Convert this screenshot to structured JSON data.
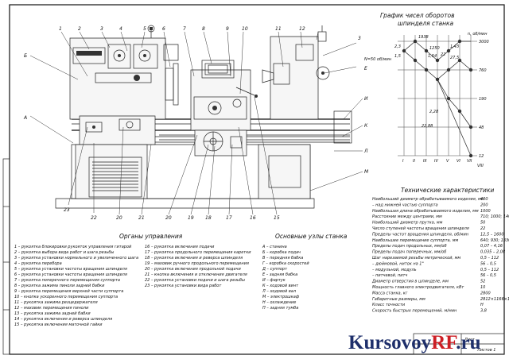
{
  "callouts_top": [
    "1",
    "2",
    "3",
    "4",
    "5",
    "6",
    "7",
    "8",
    "9",
    "10",
    "11",
    "12"
  ],
  "callouts_left": [
    "А",
    "Б"
  ],
  "callouts_bottom": [
    "23",
    "22",
    "20",
    "21",
    "20",
    "19",
    "18",
    "17",
    "16",
    "15"
  ],
  "callouts_right": [
    "3",
    "И",
    "Е",
    "К",
    "Л",
    "М"
  ],
  "graph": {
    "title_line1": "График чисел оборотов",
    "title_line2": "шпинделя станка",
    "unit_label": "n, об/мин",
    "rpm_labels": [
      "3000",
      "760",
      "190",
      "48",
      "12"
    ],
    "side_label": "N=50 об/мин",
    "top_values": [
      "1938",
      "1250",
      "1,54",
      "1,43",
      "22",
      "27,5"
    ],
    "left_values": [
      "2,3",
      "1,5"
    ],
    "lower_values": [
      "2,28",
      "22,88"
    ],
    "shaft_labels": [
      "I",
      "II",
      "III",
      "IV",
      "V",
      "VI",
      "VII"
    ],
    "bottom_right_label": "VIII"
  },
  "specs": {
    "title": "Технические характеристики",
    "rows": [
      {
        "label": "Наибольший диаметр обрабатываемого изделия, мм",
        "value": "400"
      },
      {
        "label": "– над нижней частью суппорта",
        "value": "200"
      },
      {
        "label": "Наибольшая длина обрабатываемого изделия, мм",
        "value": "1000"
      },
      {
        "label": "Расстояние между центрами, мм",
        "value": "710; 1000; 1400"
      },
      {
        "label": "Наибольший диаметр прутка, мм",
        "value": "50"
      },
      {
        "label": "Число ступеней частоты вращения шпинделя",
        "value": "22"
      },
      {
        "label": "Пределы частот вращения шпинделя, об/мин",
        "value": "12,5 – 1600"
      },
      {
        "label": "Наибольшее перемещение суппорта, мм",
        "value": "640; 930; 1330"
      },
      {
        "label": "Пределы подач продольных, мм/об",
        "value": "0,07 – 4,16"
      },
      {
        "label": "Пределы подач поперечных, мм/об",
        "value": "0,035 – 2,08"
      },
      {
        "label": "Шаг нарезаемой резьбы метрической, мм",
        "value": "0,5 – 112"
      },
      {
        "label": "– дюймовой, ниток на 1\"",
        "value": "56 – 0,5"
      },
      {
        "label": "– модульной, модуль",
        "value": "0,5 – 112"
      },
      {
        "label": "– питчевой, питч",
        "value": "56 – 0,5"
      },
      {
        "label": "Диаметр отверстия в шпинделе, мм",
        "value": "52"
      },
      {
        "label": "Мощность главного электродвигателя, кВт",
        "value": "10"
      },
      {
        "label": "Масса станка, кг",
        "value": "2800"
      },
      {
        "label": "Габаритные размеры, мм",
        "value": "2812×1166×1324"
      },
      {
        "label": "Класс точности",
        "value": "Н"
      },
      {
        "label": "Скорость быстрых перемещений, м/мин",
        "value": "3,8"
      }
    ]
  },
  "controls": {
    "title": "Органы управления",
    "items_left": [
      "1 – рукоятка блокировки рукояток управления гитарой",
      "2 – рукоятка выбора вида работ и шага резьбы",
      "3 – рукоятка установки нормального и увеличенного шага",
      "4 – рукоятка перебора",
      "5 – рукоятка установки частоты вращения шпинделя",
      "6 – рукоятка установки частоты вращения шпинделя",
      "7 – рукоятка поперечного перемещения суппорта",
      "8 – рукоятка зажима пиноли задней бабки",
      "9 – рукоятка перемещения верхней части суппорта",
      "10 – кнопка ускоренного перемещения суппорта",
      "11 – рукоятка зажима резцедержателя",
      "12 – маховик перемещения пиноли",
      "13 – рукоятка зажима задней бабки",
      "14 – рукоятка включения и реверса шпинделя",
      "15 – рукоятка включения маточной гайки"
    ],
    "items_right": [
      "16 – рукоятка включения подачи",
      "17 – рукоятка продольного перемещения каретки",
      "18 – рукоятка включения и реверса шпинделя",
      "19 – маховик ручного продольного перемещения",
      "20 – рукоятка включения продольной подачи",
      "21 – кнопка включения и отключения двигателя",
      "22 – рукоятка установки подачи и шага резьбы",
      "23 – рукоятка установки вида работ"
    ]
  },
  "units": {
    "title": "Основные узлы станка",
    "items": [
      "А – станина",
      "Б – коробка подач",
      "В – передняя бабка",
      "Г – коробка скоростей",
      "Д – суппорт",
      "Е – задняя бабка",
      "И – фартук",
      "К – ходовой винт",
      "Л – ходовой вал",
      "М – электрошкаф",
      "Н – охлаждение",
      "П – задняя тумба"
    ]
  },
  "stamp": {
    "sheet": "Лист",
    "sheets": "Листов 1"
  },
  "watermark": {
    "main": "Kursovoy",
    "accent": "RF",
    ".ru": ".ru"
  }
}
